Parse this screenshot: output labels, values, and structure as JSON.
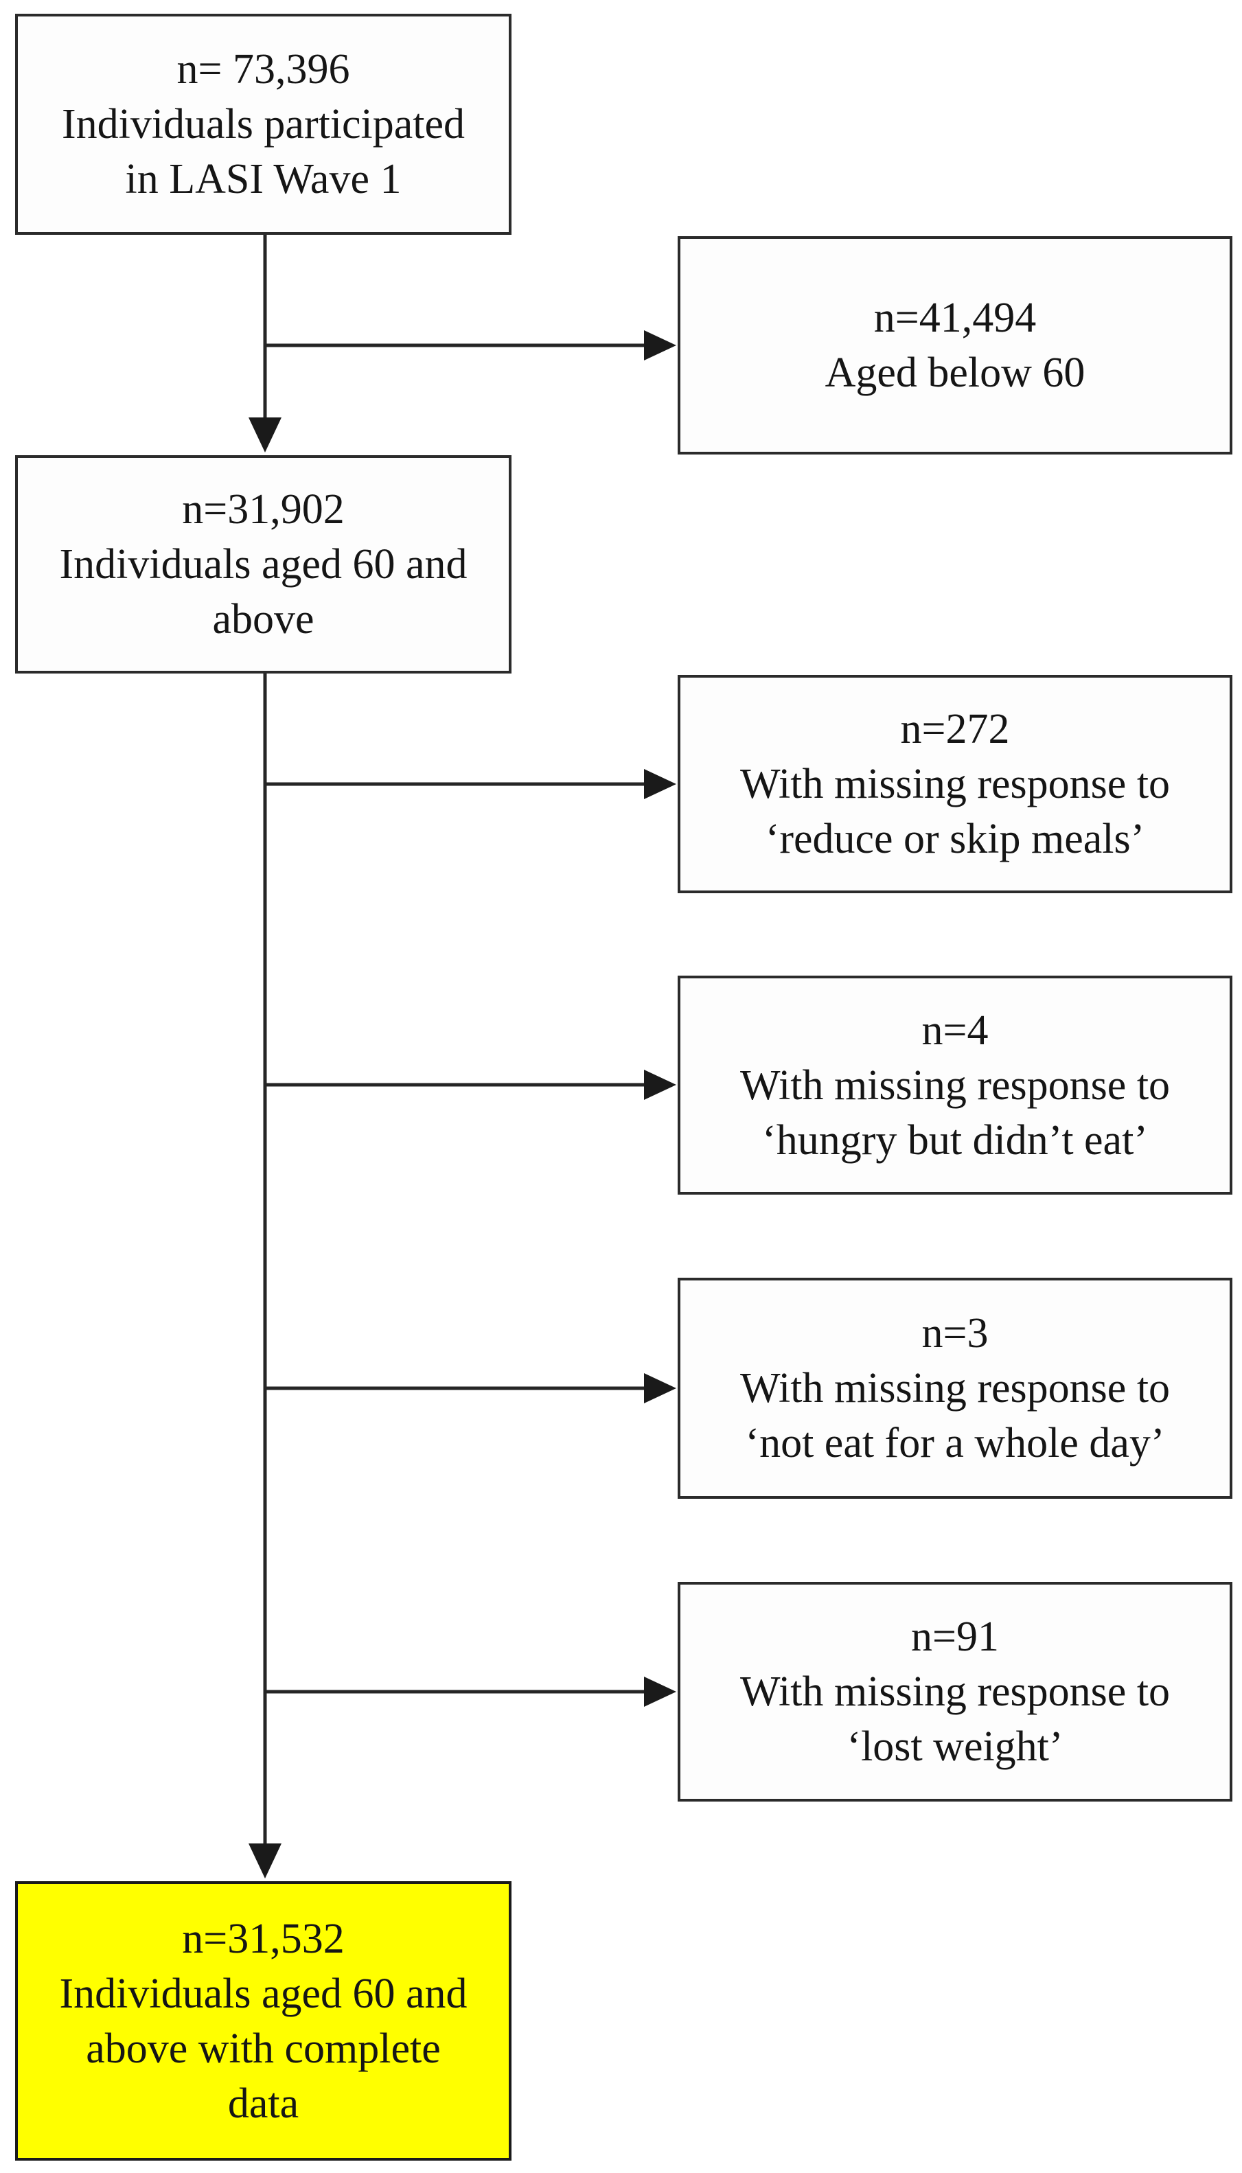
{
  "flowchart": {
    "boxes": {
      "participants": {
        "lines": [
          "n= 73,396",
          "Individuals participated",
          "in LASI Wave 1"
        ]
      },
      "aged_below_60": {
        "lines": [
          "n=41,494",
          "Aged below 60"
        ]
      },
      "aged_60_above": {
        "lines": [
          "n=31,902",
          "Individuals aged 60 and",
          "above"
        ]
      },
      "missing_skip_meals": {
        "lines": [
          "n=272",
          "With missing response to",
          "‘reduce or skip meals’"
        ]
      },
      "missing_hungry": {
        "lines": [
          "n=4",
          "With missing response to",
          "‘hungry but didn’t eat’"
        ]
      },
      "missing_whole_day": {
        "lines": [
          "n=3",
          "With missing response to",
          "‘not eat for a whole day’"
        ]
      },
      "missing_lost_weight": {
        "lines": [
          "n=91",
          "With missing response to",
          "‘lost weight’"
        ]
      },
      "final_sample": {
        "lines": [
          "n=31,532",
          "Individuals aged 60 and",
          "above with complete",
          "data"
        ]
      }
    },
    "colors": {
      "highlight_bg": "#FFFF00",
      "box_bg": "#FDFDFD",
      "border": "#2B2B2B",
      "connector": "#252525",
      "text": "#151515",
      "page_bg": "#FFFFFF"
    }
  }
}
